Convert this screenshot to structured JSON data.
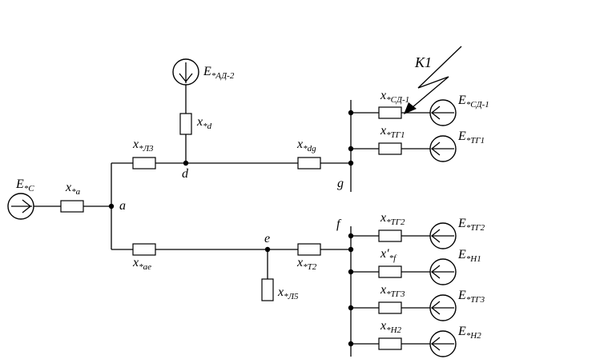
{
  "nodes": {
    "a": "a",
    "d": "d",
    "g": "g",
    "e": "e",
    "f": "f"
  },
  "fault": {
    "label": "K1"
  },
  "resistors": {
    "x_a": {
      "main": "x",
      "sub": "*a"
    },
    "x_l3": {
      "main": "x",
      "sub": "*Л3"
    },
    "x_d": {
      "main": "x",
      "sub": "*d"
    },
    "x_dg": {
      "main": "x",
      "sub": "*dg"
    },
    "x_sd1": {
      "main": "x",
      "sub": "*СД-1"
    },
    "x_tg1": {
      "main": "x",
      "sub": "*ТГ1"
    },
    "x_ae": {
      "main": "x",
      "sub": "*ae"
    },
    "x_t2": {
      "main": "x",
      "sub": "*Т2"
    },
    "x_l5": {
      "main": "x",
      "sub": "*Л5"
    },
    "x_tg2": {
      "main": "x",
      "sub": "*ТГ2"
    },
    "x_f": {
      "main": "x′",
      "sub": "*f"
    },
    "x_tg3": {
      "main": "x",
      "sub": "*ТГ3"
    },
    "x_n2": {
      "main": "x",
      "sub": "*Н2"
    }
  },
  "sources": {
    "e_c": {
      "main": "E",
      "sub": "*C"
    },
    "e_ad2": {
      "main": "E",
      "sub": "*АД-2"
    },
    "e_sd1": {
      "main": "E",
      "sub": "*СД-1"
    },
    "e_tg1": {
      "main": "E",
      "sub": "*ТГ1"
    },
    "e_tg2": {
      "main": "E",
      "sub": "*ТГ2"
    },
    "e_n1": {
      "main": "E",
      "sub": "*Н1"
    },
    "e_tg3": {
      "main": "E",
      "sub": "*ТГ3"
    },
    "e_n2": {
      "main": "E",
      "sub": "*Н2"
    }
  }
}
